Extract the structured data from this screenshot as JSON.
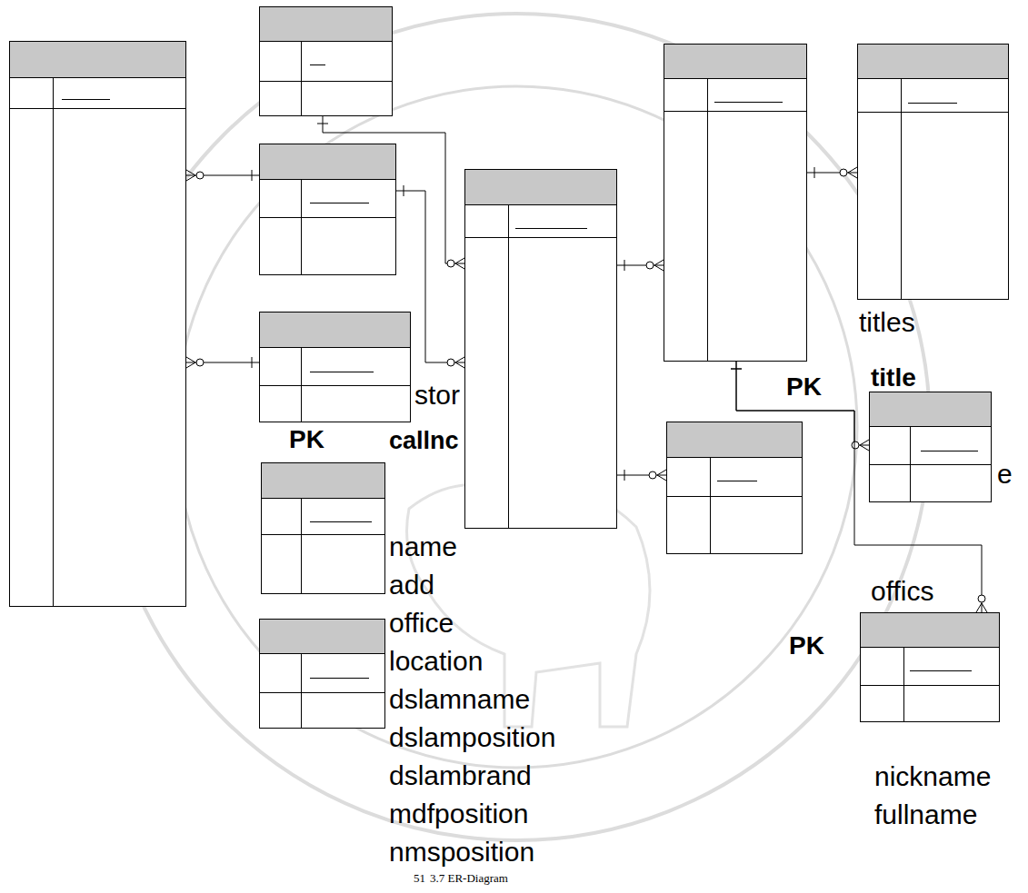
{
  "diagram": {
    "caption": "3.7 ER-Diagram",
    "nodes": [
      {
        "text": []
      },
      {
        "text": []
      },
      {
        "text": []
      },
      {
        "text": []
      },
      {
        "text": []
      },
      {
        "text": []
      },
      {
        "text": []
      },
      {
        "text": []
      },
      {
        "text": []
      },
      {
        "text": []
      },
      {
        "text": []
      },
      {
        "text": []
      }
    ],
    "edges": [
      {
        "from": 2,
        "to": 0,
        "arrow": "to"
      },
      {
        "from": 3,
        "to": 0,
        "arrow": "to"
      },
      {
        "from": 1,
        "to": 4,
        "arrow": "to"
      },
      {
        "from": 2,
        "to": 4,
        "arrow": "to"
      },
      {
        "from": 4,
        "to": 5,
        "arrow": "to"
      },
      {
        "from": 5,
        "to": 6,
        "arrow": "to"
      },
      {
        "from": 4,
        "to": 7,
        "arrow": "to"
      },
      {
        "from": 5,
        "to": 8,
        "arrow": "to"
      },
      {
        "from": 5,
        "to": 11,
        "arrow": "to"
      }
    ],
    "labels": [
      "titles",
      "PK",
      "title",
      "stor",
      "PK",
      "callnc",
      "e",
      "name",
      "add",
      "office",
      "location",
      "offics",
      "PK",
      "dslamname",
      "dslamposition",
      "dslambrand",
      "mdfposition",
      "nmsposition",
      "nickname",
      "fullname",
      "51"
    ]
  }
}
